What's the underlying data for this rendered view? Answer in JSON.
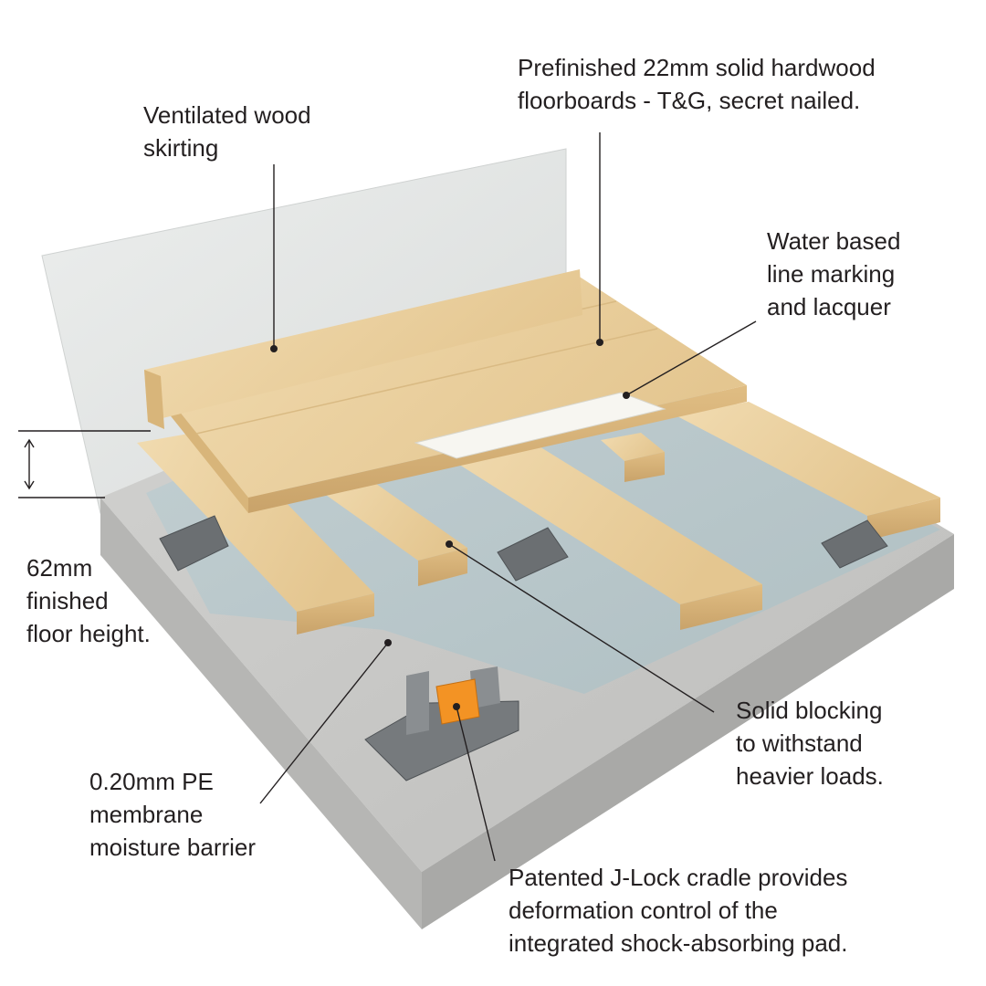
{
  "labels": {
    "skirting": [
      "Ventilated wood",
      "skirting"
    ],
    "floorboards": [
      "Prefinished 22mm solid hardwood",
      "floorboards - T&G, secret nailed."
    ],
    "line_marking": [
      "Water based",
      "line marking",
      "and lacquer"
    ],
    "floor_height": [
      "62mm",
      "finished",
      "floor height."
    ],
    "blocking": [
      "Solid blocking",
      "to withstand",
      "heavier loads."
    ],
    "membrane": [
      "0.20mm PE",
      "membrane",
      "moisture barrier"
    ],
    "cradle": [
      "Patented J-Lock cradle provides",
      "deformation control of the",
      "integrated shock-absorbing pad."
    ]
  },
  "colors": {
    "wall": "#e3e5e4",
    "concrete": "#c7c7c5",
    "membrane": "#b9c8cb",
    "wood": "#e9cf9e",
    "wood_dark": "#c9a36a",
    "cradle": "#6b6f72",
    "pad": "#f39324",
    "leader": "#231f20",
    "text": "#231f20"
  }
}
